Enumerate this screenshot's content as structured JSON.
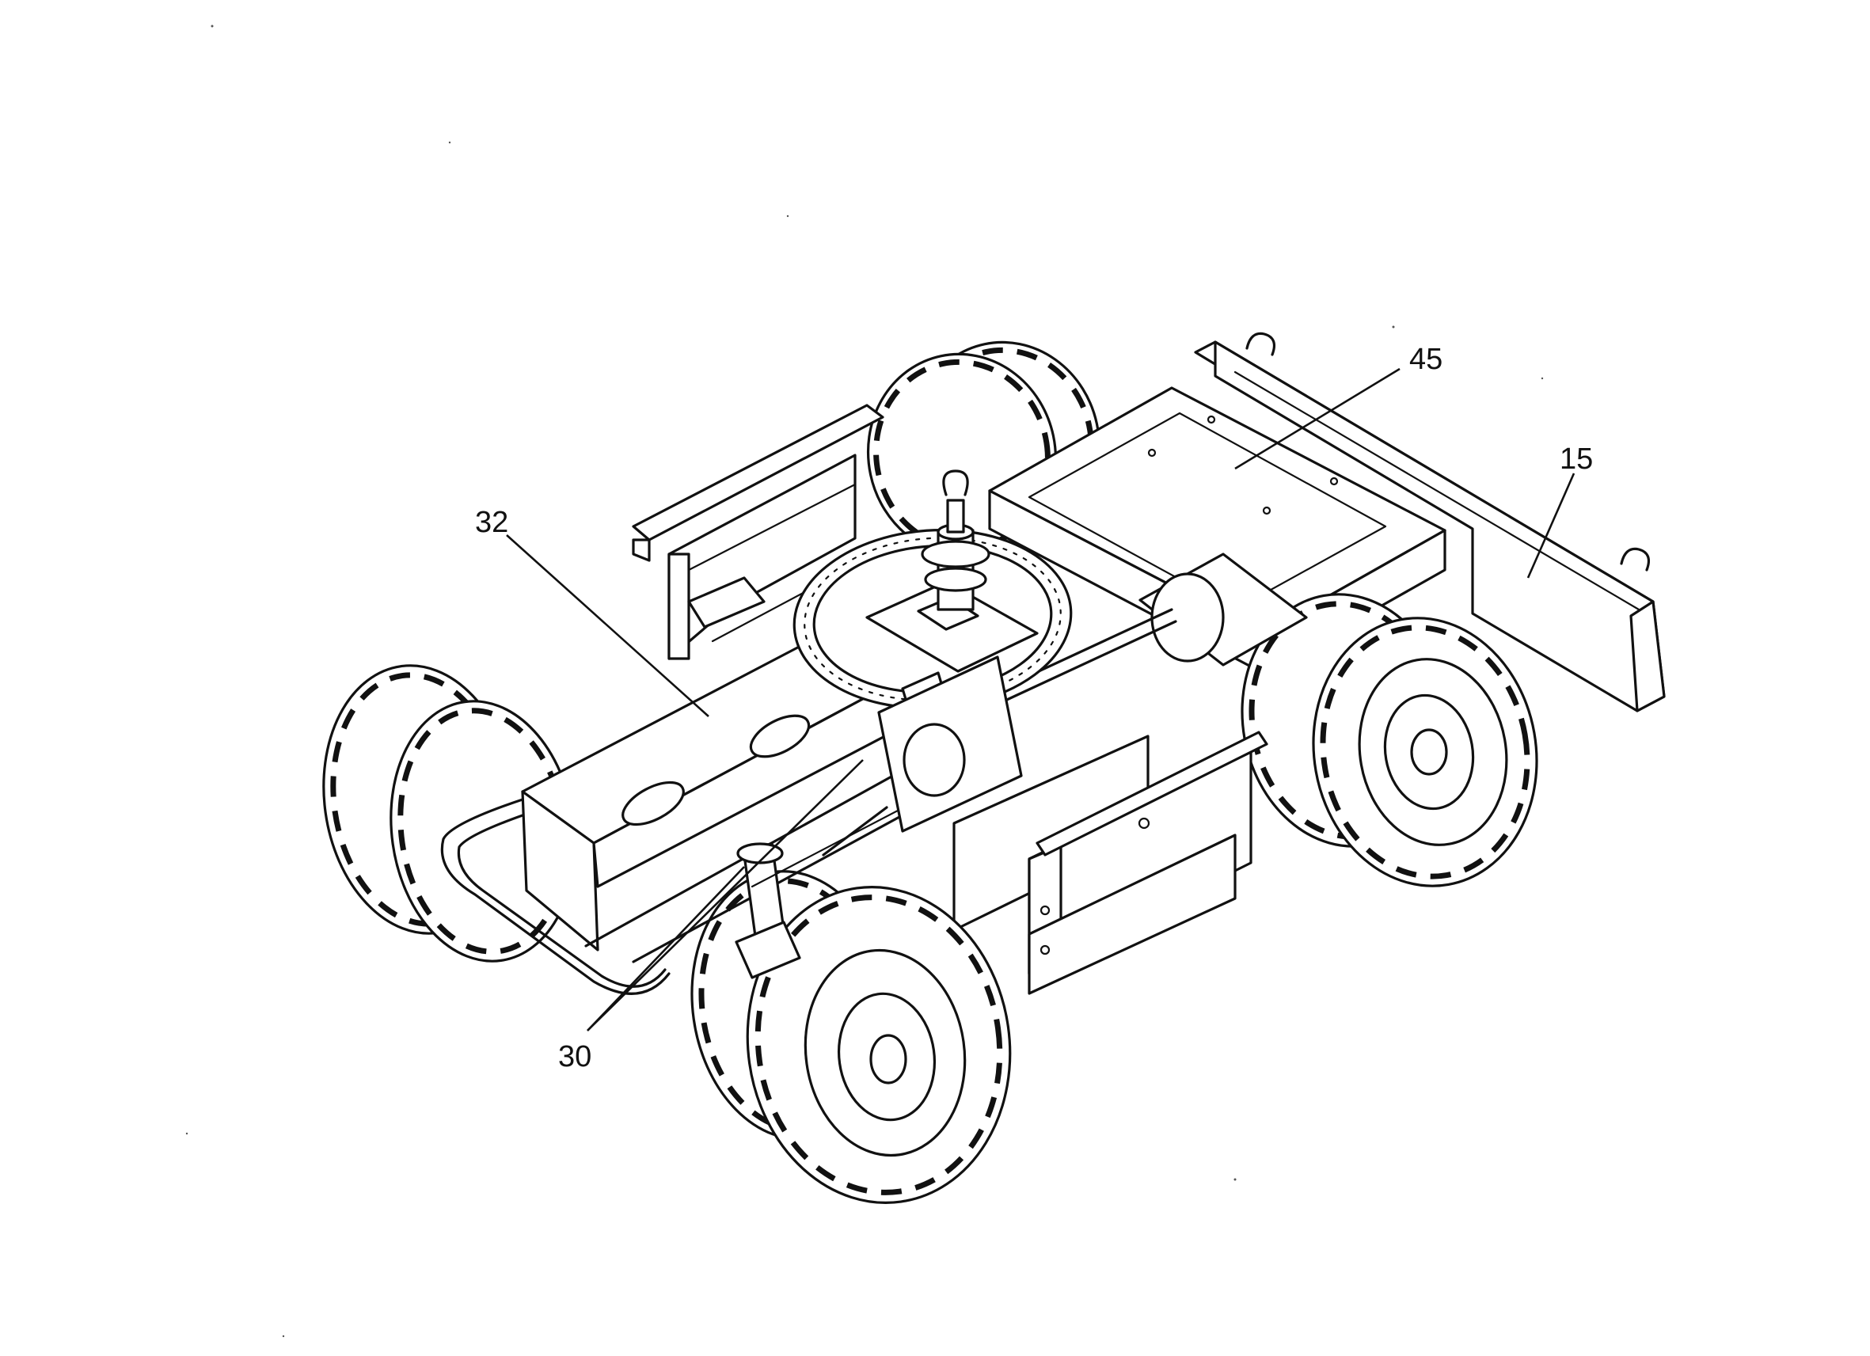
{
  "callouts": {
    "c45": "45",
    "c15": "15",
    "c32": "32",
    "c30": "30"
  },
  "icons": [
    "vehicle-chassis-drawing"
  ],
  "colors": {
    "ink": "#111111",
    "paper": "#ffffff"
  }
}
